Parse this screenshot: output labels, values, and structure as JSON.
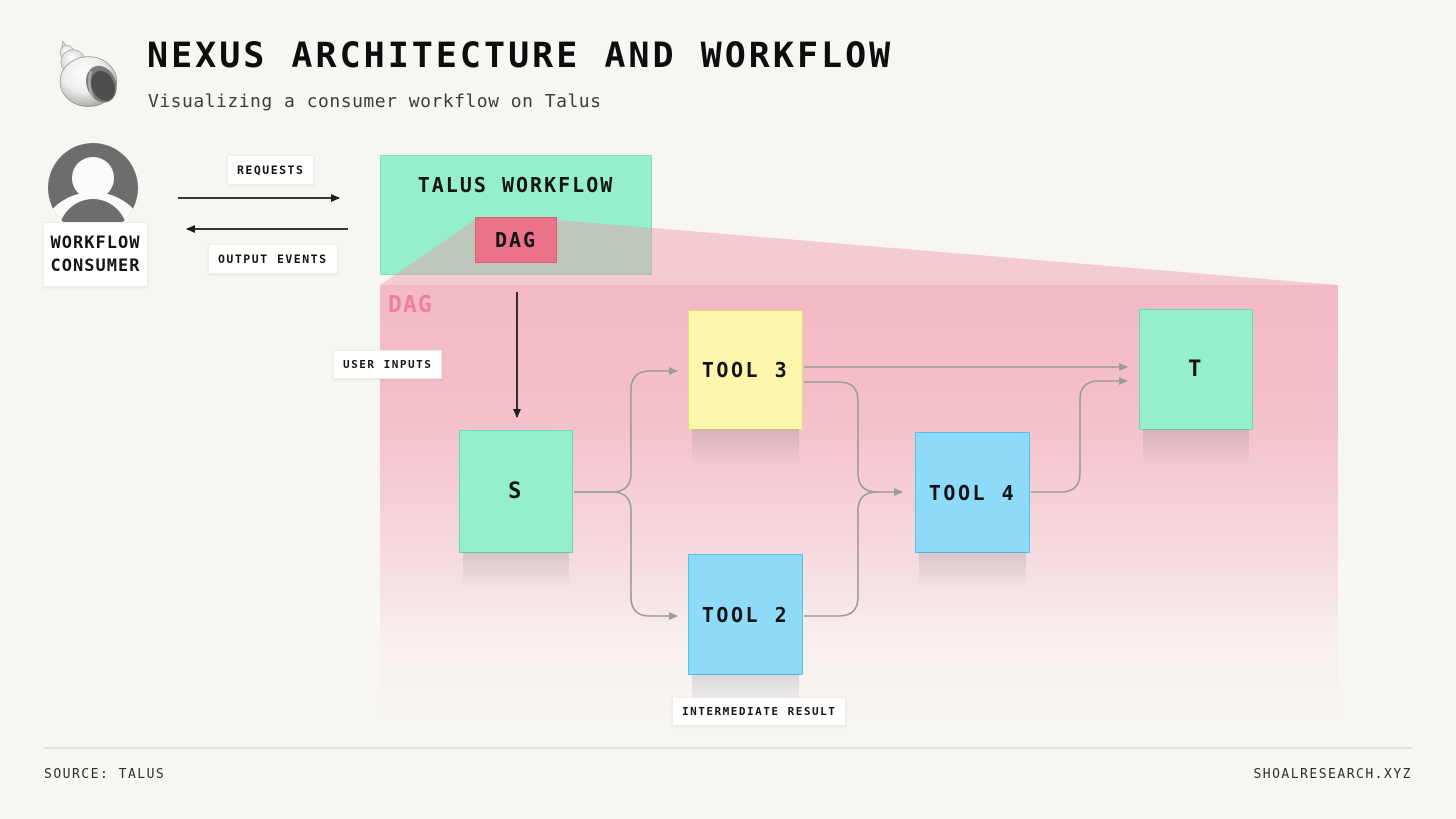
{
  "header": {
    "title": "NEXUS ARCHITECTURE AND WORKFLOW",
    "subtitle": "Visualizing a consumer workflow on Talus",
    "logo_icon": "seashell-icon"
  },
  "consumer": {
    "avatar_icon": "person-icon",
    "label_line1": "WORKFLOW",
    "label_line2": "CONSUMER",
    "requests_label": "REQUESTS",
    "output_events_label": "OUTPUT EVENTS"
  },
  "workflow_box": {
    "title": "TALUS WORKFLOW",
    "dag_label": "DAG"
  },
  "dag_panel": {
    "title": "DAG",
    "user_inputs_label": "USER INPUTS",
    "intermediate_result_label": "INTERMEDIATE RESULT",
    "nodes": [
      {
        "id": "start",
        "label": "S",
        "fill": "#95efcc",
        "border": "#68dab0"
      },
      {
        "id": "tool3",
        "label": "TOOL 3",
        "fill": "#fbf6ac",
        "border": "#e7da71"
      },
      {
        "id": "tool2",
        "label": "TOOL 2",
        "fill": "#8edaf9",
        "border": "#52c1ec"
      },
      {
        "id": "tool4",
        "label": "TOOL 4",
        "fill": "#8edaf9",
        "border": "#52c1ec"
      },
      {
        "id": "terminal",
        "label": "T",
        "fill": "#95efcc",
        "border": "#68dab0"
      }
    ],
    "edges": [
      {
        "from": "USER INPUTS",
        "to": "S"
      },
      {
        "from": "S",
        "to": "TOOL 3"
      },
      {
        "from": "S",
        "to": "TOOL 2"
      },
      {
        "from": "TOOL 3",
        "to": "T"
      },
      {
        "from": "TOOL 3",
        "to": "TOOL 4"
      },
      {
        "from": "TOOL 2",
        "to": "TOOL 4"
      },
      {
        "from": "TOOL 4",
        "to": "T"
      }
    ]
  },
  "footer": {
    "source": "SOURCE: TALUS",
    "site": "SHOALRESEARCH.XYZ"
  },
  "colors": {
    "background": "#f7f6f3",
    "mint": "#95efcc",
    "red": "#eb7389",
    "yellow": "#fbf6ac",
    "blue": "#8edaf9",
    "panel_pink_top": "#f3b9c5",
    "panel_label_pink": "#ee8298",
    "connector_gray": "#9b9b9b",
    "arrow_black": "#1c1c1c"
  }
}
